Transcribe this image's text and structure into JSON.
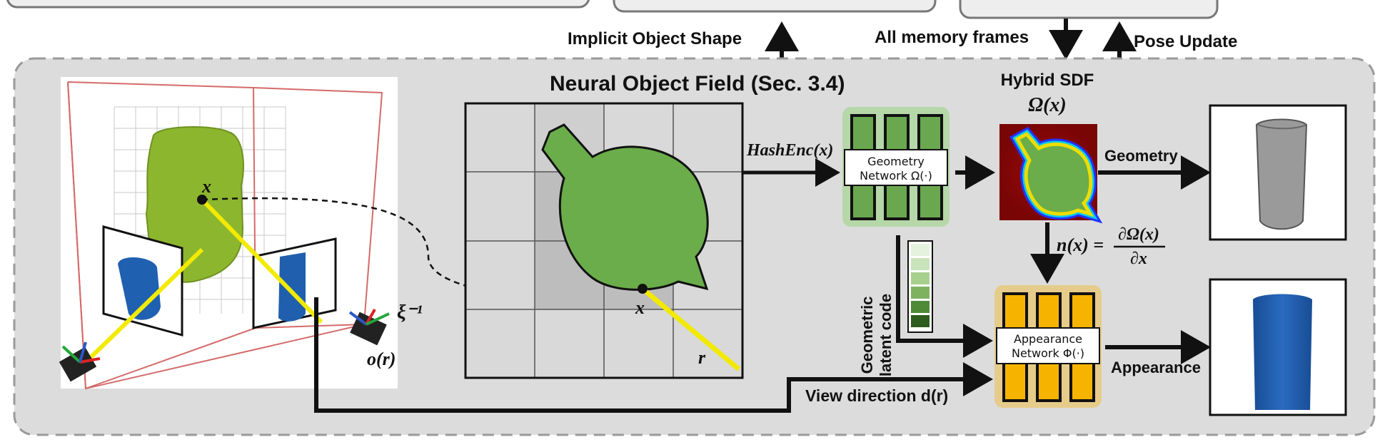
{
  "top_labels": {
    "implicit_shape": "Implicit Object Shape",
    "memory_frames": "All memory frames",
    "pose_update": "Pose Update"
  },
  "panel": {
    "title": "Neural Object Field (Sec. 3.4)",
    "hashenc": "HashEnc(x)",
    "geometry_network": [
      "Geometry",
      "Network Ω(·)"
    ],
    "appearance_network": [
      "Appearance",
      "Network Φ(·)"
    ],
    "hybrid_sdf_title": "Hybrid SDF",
    "hybrid_sdf_formula": "Ω(x)",
    "normal_lhs": "n(x) =",
    "normal_num": "∂Ω(x)",
    "normal_den": "∂x",
    "latent_code": [
      "Geometric",
      "latent code"
    ],
    "geometry_out": "Geometry",
    "appearance_out": "Appearance",
    "view_direction": "View direction d(r)",
    "point_x": "x",
    "ray_r": "r",
    "xi_inv": "ξ⁻¹",
    "origin": "o(r)"
  },
  "colors": {
    "panel_bg": "#dcdcdc",
    "net_green": "#6aa84f",
    "net_green_bg": "#b6d7a8",
    "net_yellow": "#f6b400",
    "net_yellow_bg": "#e6cc8a",
    "object_green": "#6aad4a",
    "ray_yellow": "#f2ea00",
    "blue_obj": "#1f5fae",
    "sdf_red": "#9e0b0b"
  },
  "latent_swatches": [
    "#e5f2de",
    "#c9e3bd",
    "#a7d08e",
    "#7fb25f",
    "#4f8a37",
    "#2e5d1f"
  ]
}
